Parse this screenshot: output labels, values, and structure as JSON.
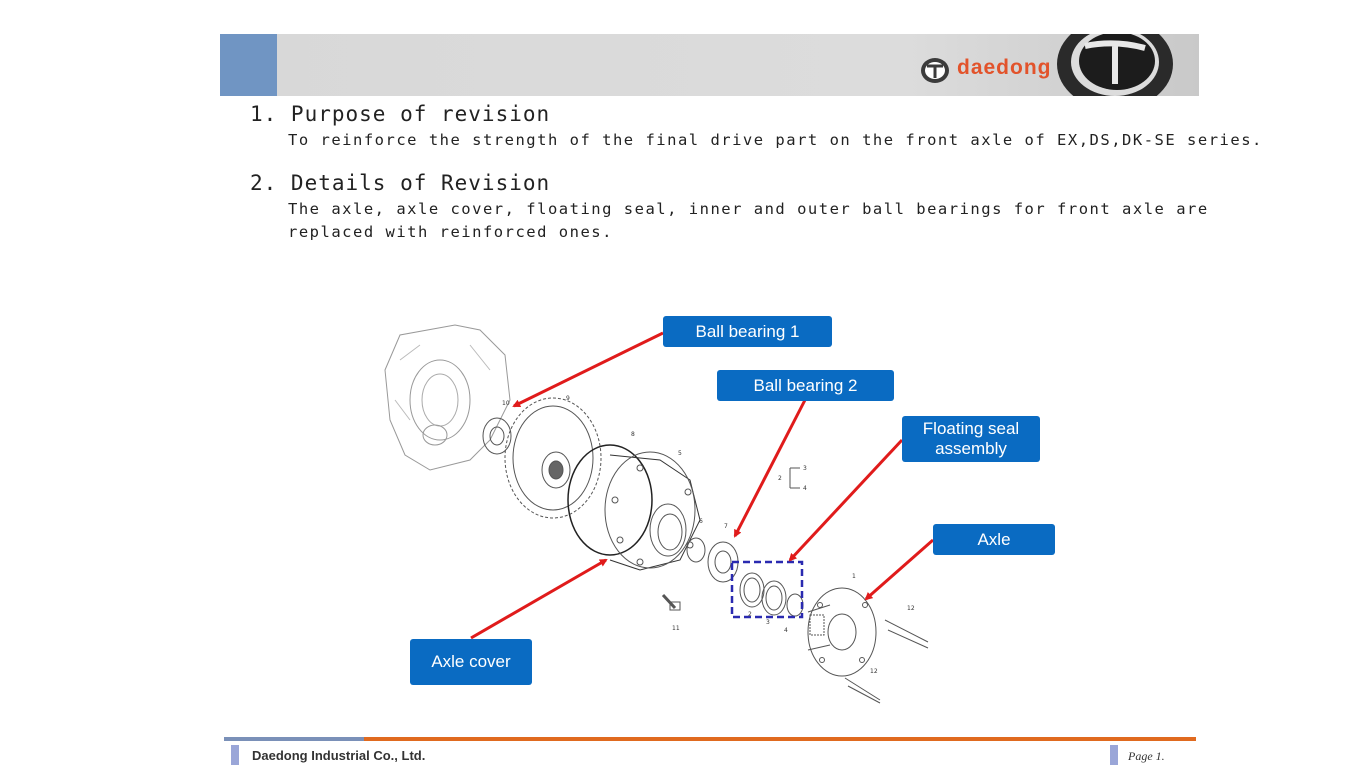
{
  "brand": {
    "logo_text": "daedong",
    "accent_color": "#7095c3",
    "logo_color": "#e2532b"
  },
  "sections": [
    {
      "title": "1. Purpose of revision",
      "body_lines": [
        "To reinforce the strength of the final drive part on the front axle of EX,DS,DK-SE series."
      ]
    },
    {
      "title": "2. Details of Revision",
      "body_lines": [
        "The axle, axle cover, floating seal, inner and outer ball bearings for front axle are",
        "replaced with reinforced ones."
      ]
    }
  ],
  "callouts": {
    "ball_bearing_1": "Ball bearing 1",
    "ball_bearing_2": "Ball bearing 2",
    "floating_seal_line1": "Floating seal",
    "floating_seal_line2": "assembly",
    "axle": "Axle",
    "axle_cover": "Axle cover",
    "color": "#0a6bc2"
  },
  "part_numbers": {
    "p10": "10",
    "p9": "9",
    "p8": "8",
    "p5": "5",
    "p6": "6",
    "p7": "7",
    "p11": "11",
    "p2": "2",
    "p3": "3",
    "p4": "4",
    "p1": "1",
    "p12a": "12",
    "p12b": "12",
    "legend_2": "2",
    "legend_3": "3",
    "legend_4": "4"
  },
  "footer": {
    "company": "Daedong Industrial Co., Ltd.",
    "page": "Page 1."
  }
}
